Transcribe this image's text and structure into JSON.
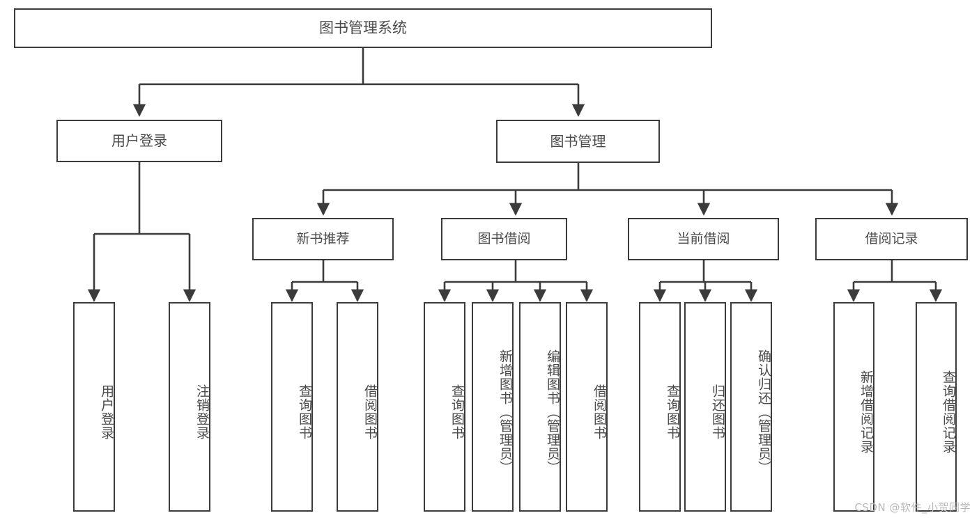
{
  "diagram": {
    "type": "tree",
    "title": "图书管理系统",
    "watermark": "CSDN @软件_小贺同学",
    "colors": {
      "box_border": "#3b3b3b",
      "box_fill": "#ffffff",
      "text": "#4a4a4a",
      "connector": "#3b3b3b",
      "watermark": "#b9b9b9",
      "background": "#ffffff"
    },
    "nodes": {
      "root": {
        "label": "图书管理系统"
      },
      "level1": [
        {
          "id": "user-login",
          "label": "用户登录"
        },
        {
          "id": "book-manage",
          "label": "图书管理"
        }
      ],
      "level2": [
        {
          "id": "new-book-recommend",
          "label": "新书推荐"
        },
        {
          "id": "book-borrow",
          "label": "图书借阅"
        },
        {
          "id": "current-borrow",
          "label": "当前借阅"
        },
        {
          "id": "borrow-record",
          "label": "借阅记录"
        }
      ],
      "leaves": {
        "user-login": [
          {
            "id": "leaf-user-login",
            "label": "用户登录"
          },
          {
            "id": "leaf-logout",
            "label": "注销登录"
          }
        ],
        "new-book-recommend": [
          {
            "id": "leaf-query-book-1",
            "label": "查询图书"
          },
          {
            "id": "leaf-borrow-book-1",
            "label": "借阅图书"
          }
        ],
        "book-borrow": [
          {
            "id": "leaf-query-book-2",
            "label": "查询图书"
          },
          {
            "id": "leaf-add-book",
            "label": "新增图书（管理员）"
          },
          {
            "id": "leaf-edit-book",
            "label": "编辑图书（管理员）"
          },
          {
            "id": "leaf-borrow-book-2",
            "label": "借阅图书"
          }
        ],
        "current-borrow": [
          {
            "id": "leaf-query-book-3",
            "label": "查询图书"
          },
          {
            "id": "leaf-return-book",
            "label": "归还图书"
          },
          {
            "id": "leaf-confirm-return",
            "label": "确认归还（管理员）"
          }
        ],
        "borrow-record": [
          {
            "id": "leaf-add-record",
            "label": "新增借阅记录"
          },
          {
            "id": "leaf-query-record",
            "label": "查询借阅记录"
          }
        ]
      }
    }
  }
}
